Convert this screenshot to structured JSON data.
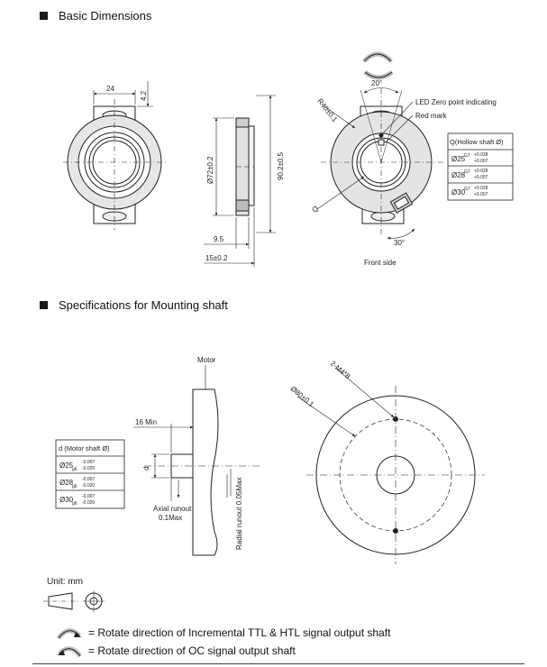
{
  "section1": {
    "title": "Basic Dimensions"
  },
  "section2": {
    "title": "Specifications for Mounting shaft"
  },
  "basic": {
    "dim_24": "24",
    "dim_4_2": "4.2",
    "dim_72": "Ø72±0.2",
    "dim_90": "90.2±0.5",
    "dim_9_5": "9.5",
    "dim_15": "15±0.2",
    "dim_20deg": "20°",
    "dim_30deg": "30°",
    "dim_r": "R40±0.1",
    "dim_q": "Q",
    "led_label": "LED Zero point indicating",
    "red_mark": "Red mark",
    "front_side": "Front side"
  },
  "hollow_table": {
    "header": "Q(Hollow shaft Ø)",
    "rows": [
      {
        "base": "Ø25",
        "fit": "G7",
        "up": "+0.028",
        "low": "+0.007"
      },
      {
        "base": "Ø28",
        "fit": "G7",
        "up": "+0.028",
        "low": "+0.007"
      },
      {
        "base": "Ø30",
        "fit": "G7",
        "up": "+0.028",
        "low": "+0.007"
      }
    ]
  },
  "mount": {
    "motor": "Motor",
    "min16": "16 Min",
    "d": "d",
    "axial_1": "Axial runout",
    "axial_2": "0.1Max",
    "radial": "Radial runout 0.05Max",
    "dia80": "Ø80±0.1",
    "m4": "2-M4*8"
  },
  "motor_table": {
    "header": "d (Motor shaft Ø)",
    "rows": [
      {
        "base": "Ø25",
        "fit": "g6",
        "up": "-0.007",
        "low": "-0.020"
      },
      {
        "base": "Ø28",
        "fit": "g6",
        "up": "-0.007",
        "low": "-0.020"
      },
      {
        "base": "Ø30",
        "fit": "g6",
        "up": "-0.007",
        "low": "-0.020"
      }
    ]
  },
  "unit": "Unit: mm",
  "legend": {
    "line1": "= Rotate direction of Incremental TTL & HTL signal output shaft",
    "line2": "= Rotate direction of OC signal output shaft"
  }
}
